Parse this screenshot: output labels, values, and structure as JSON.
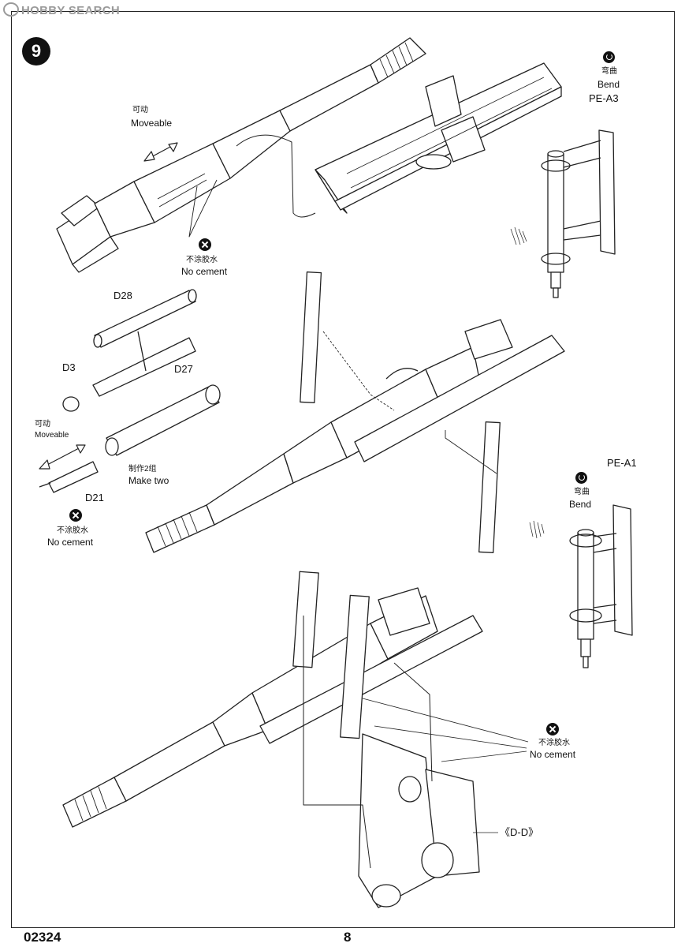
{
  "watermark": "HOBBY SEARCH",
  "step_number": "9",
  "labels": {
    "moveable_cn": "可动",
    "moveable_en": "Moveable",
    "no_cement_cn": "不涂胶水",
    "no_cement_en": "No cement",
    "bend_cn": "弯曲",
    "bend_en": "Bend",
    "make_two_cn": "制作2组",
    "make_two_en": "Make two"
  },
  "parts": {
    "d28": "D28",
    "d27": "D27",
    "d3": "D3",
    "d21": "D21",
    "pe_a3": "PE-A3",
    "pe_a1": "PE-A1",
    "dd": "《D-D》"
  },
  "footer": {
    "kit_number": "02324",
    "page_number": "8"
  },
  "icons": [
    "step-number-badge",
    "no-cement-icon",
    "bend-icon",
    "moveable-double-arrow"
  ],
  "colors": {
    "ink": "#111111",
    "paper": "#ffffff",
    "watermark": "#9a9a9a"
  }
}
